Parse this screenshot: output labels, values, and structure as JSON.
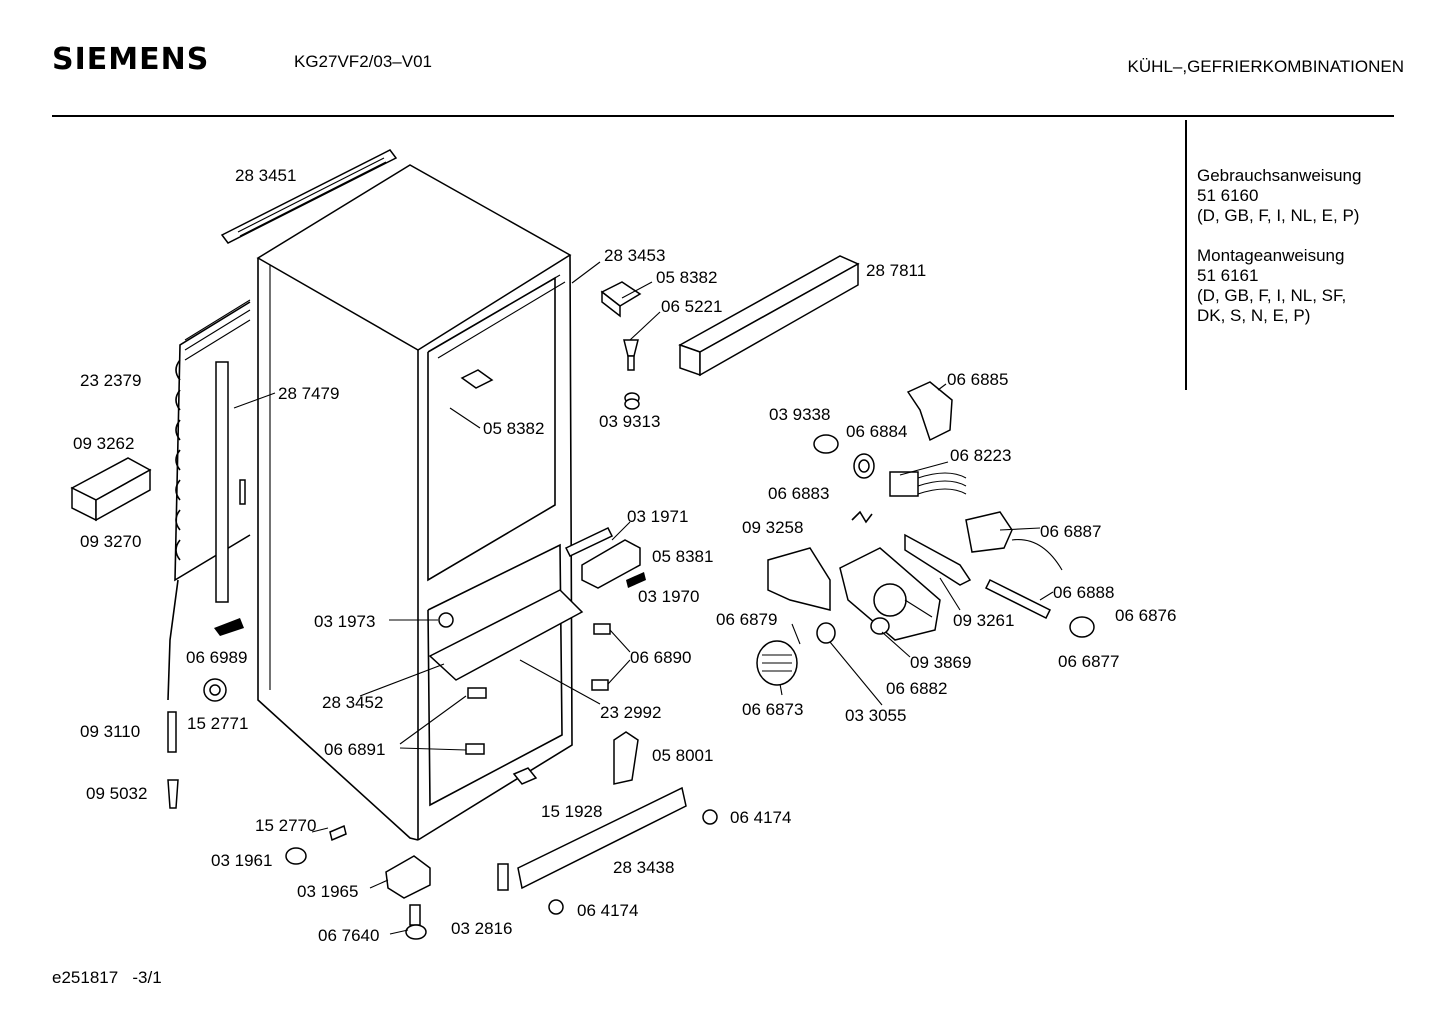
{
  "header": {
    "brand": "SIEMENS",
    "model": "KG27VF2/03–V01",
    "category": "KÜHL–,GEFRIERKOMBINATIONEN"
  },
  "documents": {
    "usage_title": "Gebrauchsanweisung",
    "usage_number": "51 6160",
    "usage_languages": "(D, GB, F, I, NL, E, P)",
    "mounting_title": "Montageanweisung",
    "mounting_number": "51 6161",
    "mounting_languages_1": "(D, GB, F, I, NL, SF,",
    "mounting_languages_2": "DK, S, N, E, P)"
  },
  "parts": [
    "28 3451",
    "28 3453",
    "05 8382",
    "06 5221",
    "28 7811",
    "23 2379",
    "28 7479",
    "05 8382",
    "03 9313",
    "06 6885",
    "09 3262",
    "03 9338",
    "06 6884",
    "06 8223",
    "09 3270",
    "06 6883",
    "03 1971",
    "09 3258",
    "06 6887",
    "05 8381",
    "03 1970",
    "06 6888",
    "03 1973",
    "06 6879",
    "09 3261",
    "06 6876",
    "06 6989",
    "06 6890",
    "09 3869",
    "06 6877",
    "06 6882",
    "28 3452",
    "23 2992",
    "06 6873",
    "03 3055",
    "09 3110",
    "15 2771",
    "06 6891",
    "05 8001",
    "09 5032",
    "15 1928",
    "06 4174",
    "15 2770",
    "03 1961",
    "28 3438",
    "03 1965",
    "06 4174",
    "03 2816",
    "06 7640"
  ],
  "footer": {
    "drawing_id": "e251817",
    "page": "-3/1"
  }
}
